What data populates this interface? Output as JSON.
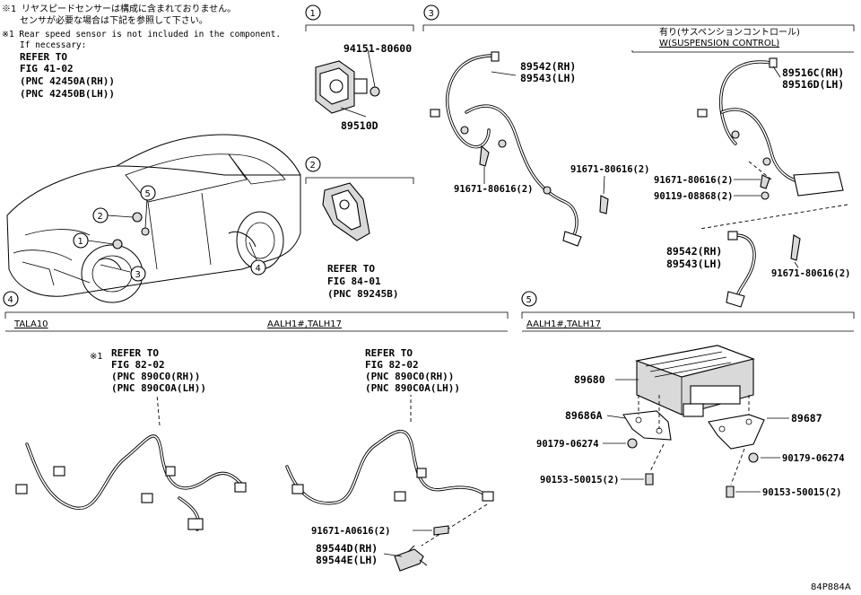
{
  "notes": {
    "jp_line1": "※1 リヤスピードセンサーは構成に含まれておりません。",
    "jp_line2": "センサが必要な場合は下記を参照して下さい。",
    "en_line1": "※1 Rear speed sensor is not included in the component.",
    "en_line2": "If necessary:",
    "ref_line1": "REFER TO",
    "ref_line2": "FIG 41-02",
    "ref_line3": "(PNC 42450A(RH))",
    "ref_line4": "(PNC 42450B(LH))"
  },
  "vehicle_callouts": [
    "1",
    "2",
    "3",
    "4",
    "5"
  ],
  "section1": {
    "number": "1",
    "parts": [
      "94151-80600",
      "89510D"
    ]
  },
  "section2": {
    "number": "2",
    "ref_line1": "REFER TO",
    "ref_line2": "FIG 84-01",
    "ref_line3": "(PNC 89245B)"
  },
  "section3": {
    "number": "3",
    "variant_jp": "有り(サスペンションコントロール)",
    "variant_en": "W(SUSPENSION CONTROL)",
    "left_part_rh": "89542(RH)",
    "left_part_lh": "89543(LH)",
    "left_bolt_a": "91671-80616(2)",
    "left_bolt_b": "91671-80616(2)",
    "right_part_rh": "89516C(RH)",
    "right_part_lh": "89516D(LH)",
    "right_bolt": "91671-80616(2)",
    "right_bolt2": "90119-08868(2)",
    "lower_part_rh": "89542(RH)",
    "lower_part_lh": "89543(LH)",
    "lower_bolt": "91671-80616(2)"
  },
  "section4": {
    "number": "4",
    "variant_left": "TALA10",
    "variant_right": "AALH1#,TALH17",
    "mark": "※1",
    "left_ref": [
      "REFER TO",
      "FIG 82-02",
      "(PNC 890C0(RH))",
      "(PNC 890C0A(LH))"
    ],
    "right_ref": [
      "REFER TO",
      "FIG 82-02",
      "(PNC 890C0(RH))",
      "(PNC 890C0A(LH))"
    ],
    "bolt": "91671-A0616(2)",
    "part_rh": "89544D(RH)",
    "part_lh": "89544E(LH)"
  },
  "section5": {
    "number": "5",
    "variant": "AALH1#,TALH17",
    "ecu": "89680",
    "bracket_left": "89686A",
    "bracket_right": "89687",
    "nut_left": "90179-06274",
    "nut_right": "90179-06274",
    "bolt_left": "90153-50015(2)",
    "bolt_right": "90153-50015(2)"
  },
  "figure_code": "84P884A"
}
